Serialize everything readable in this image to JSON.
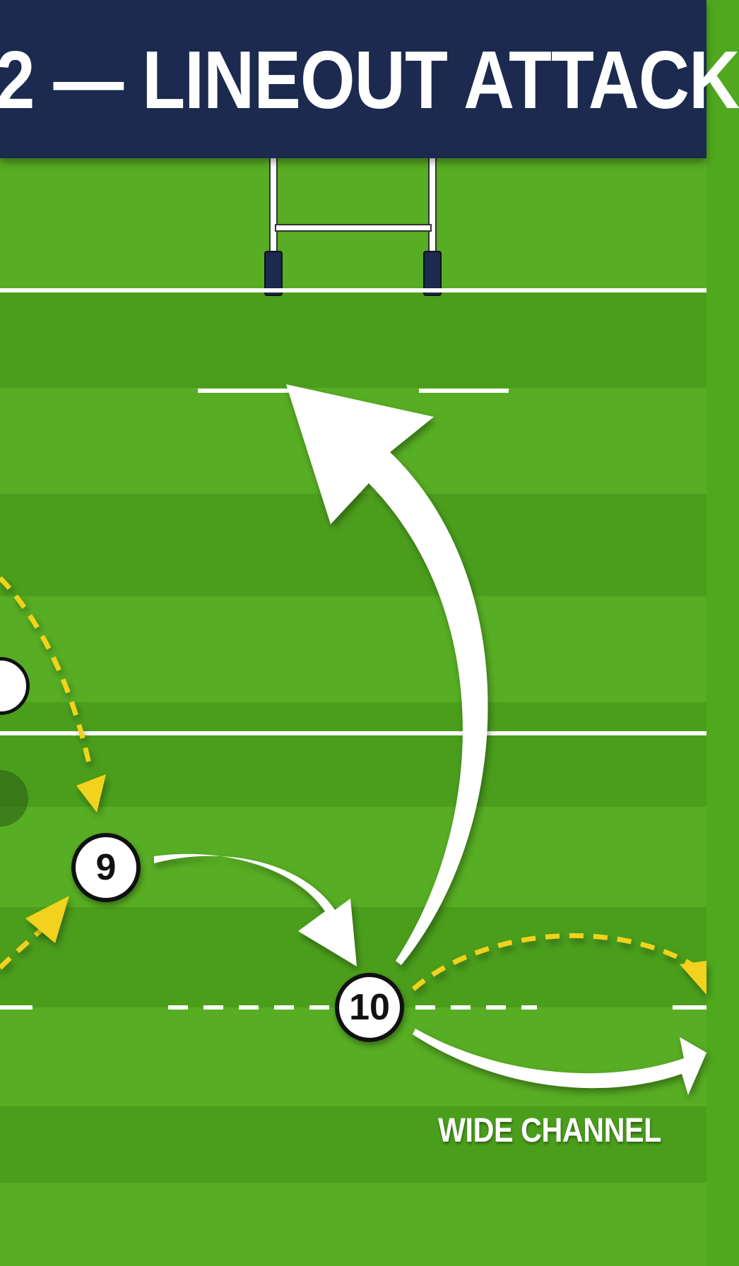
{
  "banner": {
    "title": "2 — LINEOUT ATTACK"
  },
  "players": [
    {
      "number": "9"
    },
    {
      "number": "10"
    }
  ],
  "labels": {
    "wide_channel": "WIDE CHANNEL"
  },
  "colors": {
    "pitch": "#4fa81e",
    "pitch_stripe_dark": "#43951a",
    "banner": "#1b2a4e",
    "pass_line": "#f2d21b",
    "run_arrow": "#ffffff",
    "post_pad": "#1b2a4e"
  }
}
